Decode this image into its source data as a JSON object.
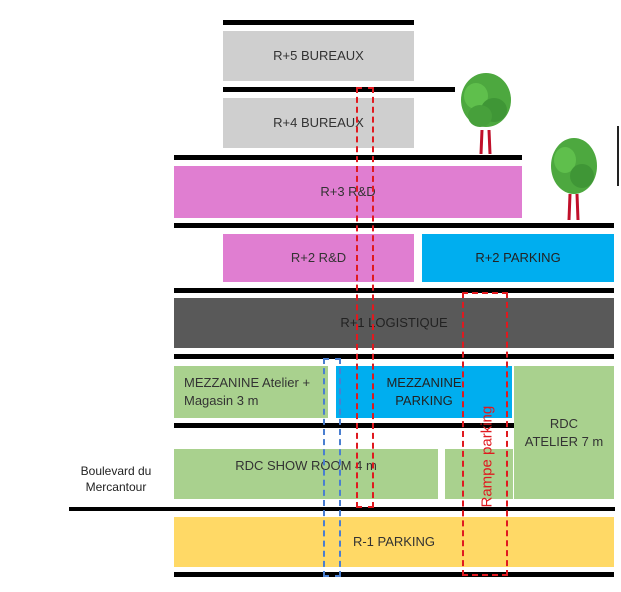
{
  "floors": {
    "r5": "R+5 BUREAUX",
    "r4": "R+4 BUREAUX",
    "r3": "R+3 R&D",
    "r2_rd": "R+2 R&D",
    "r2_parking": "R+2 PARKING",
    "r1": "R+1 LOGISTIQUE",
    "mezz_atelier": "MEZZANINE Atelier + Magasin 3 m",
    "mezz_parking": "MEZZANINE PARKING",
    "rdc_showroom": "RDC SHOW ROOM 4 m",
    "rdc_atelier": "RDC ATELIER 7 m",
    "r_minus1": "R-1 PARKING"
  },
  "street_label": "Boulevard du Mercantour",
  "ramp_label": "Rampe parking",
  "colors": {
    "offices": "#cfcfcf",
    "rd": "#e07ed1",
    "parking": "#00aeef",
    "logistics": "#595959",
    "workshop": "#a9d18e",
    "basement": "#ffd966",
    "ramp_outline": "#e0191f",
    "core_outline": "#4a7fd0"
  }
}
